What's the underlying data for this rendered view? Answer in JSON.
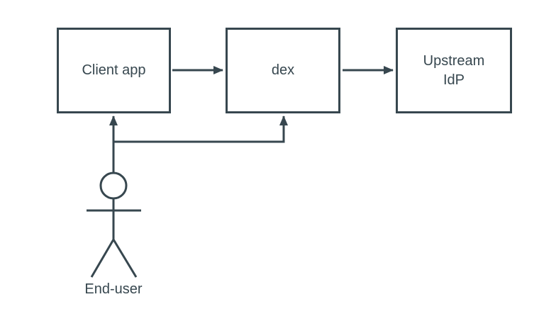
{
  "diagram": {
    "type": "flow-diagram",
    "nodes": {
      "client_app": {
        "label": "Client app"
      },
      "dex": {
        "label": "dex"
      },
      "upstream_idp": {
        "label": "Upstream IdP"
      }
    },
    "actor": {
      "label": "End-user"
    },
    "edges": [
      {
        "from": "Client app",
        "to": "dex"
      },
      {
        "from": "dex",
        "to": "Upstream IdP"
      },
      {
        "from": "End-user",
        "to": "Client app"
      },
      {
        "from": "End-user",
        "to": "dex"
      }
    ],
    "colors": {
      "stroke": "#37474f",
      "text": "#37474f",
      "node_fill": "#ffffff",
      "background": "#ffffff"
    }
  }
}
